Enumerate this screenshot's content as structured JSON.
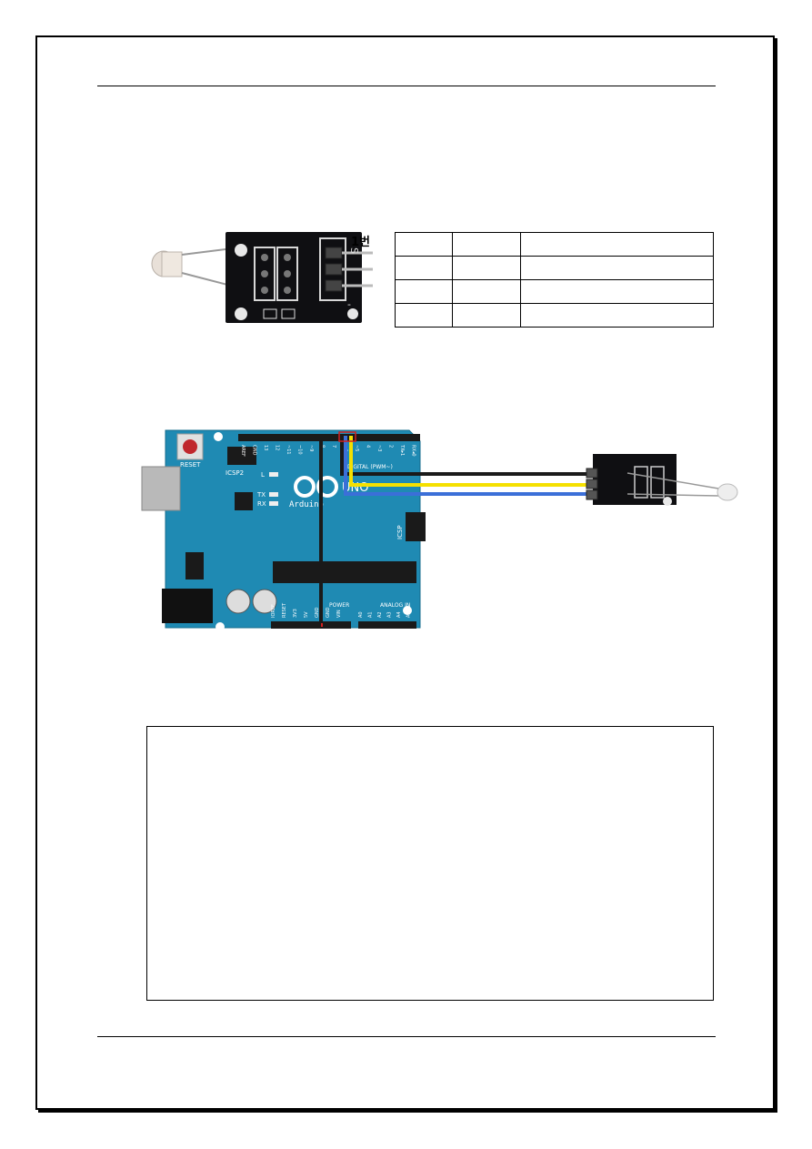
{
  "module": {
    "pin1_label": "1번",
    "pin_marks": [
      "S",
      "-"
    ]
  },
  "pin_table": {
    "rows": [
      [
        "",
        "",
        ""
      ],
      [
        "",
        "",
        ""
      ],
      [
        "",
        "",
        ""
      ],
      [
        "",
        "",
        ""
      ]
    ]
  },
  "board": {
    "reset": "RESET",
    "icsp2": "ICSP2",
    "icsp": "ICSP",
    "digital": "DIGITAL (PWM~)",
    "uno": "UNO",
    "brand": "Arduino",
    "led_l": "L",
    "led_tx": "TX",
    "led_rx": "RX",
    "power": "POWER",
    "analog": "ANALOG IN",
    "header_pins": [
      "AREF",
      "GND",
      "13",
      "12",
      "~11",
      "~10",
      "~9",
      "8",
      "7",
      "~6",
      "~5",
      "4",
      "~3",
      "2",
      "TX▸1",
      "RX◂0"
    ],
    "power_pins": [
      "IOREF",
      "RESET",
      "3V3",
      "5V",
      "GND",
      "GND",
      "VIN"
    ],
    "analog_pins": [
      "A0",
      "A1",
      "A2",
      "A3",
      "A4",
      "A5"
    ]
  },
  "wire_colors": {
    "black": "#1a1a1a",
    "yellow": "#f5e000",
    "blue": "#3b6fd8",
    "red": "#d22020",
    "board": "#1f8ab3"
  },
  "code": {
    "lines": []
  }
}
